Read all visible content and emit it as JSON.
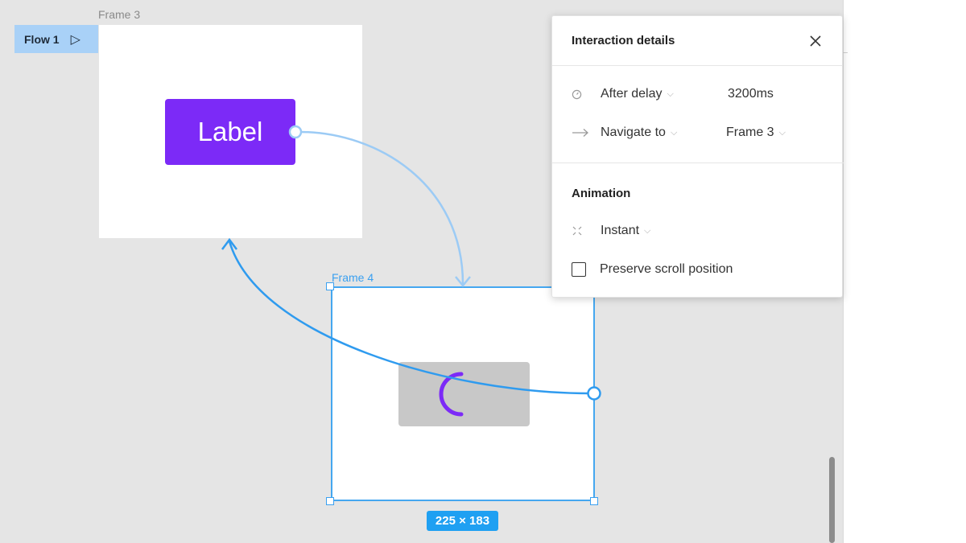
{
  "canvas": {
    "frame3": {
      "label": "Frame 3",
      "button_label": "Label"
    },
    "frame4": {
      "label": "Frame 4",
      "size": "225 × 183"
    },
    "flow": {
      "label": "Flow 1"
    }
  },
  "panel": {
    "title": "Interaction details",
    "trigger": {
      "label": "After delay",
      "value": "3200ms"
    },
    "action": {
      "label": "Navigate to",
      "value": "Frame 3"
    },
    "animation": {
      "title": "Animation",
      "type": "Instant"
    },
    "preserve_scroll": {
      "label": "Preserve scroll position",
      "checked": false
    }
  },
  "colors": {
    "accent": "#3aa0f0",
    "button": "#7c2af7",
    "flow_badge": "#a9d1f7",
    "connector_light": "#9ccbf5",
    "connector_dark": "#2f9bef"
  },
  "icons": [
    "play-icon",
    "close-icon",
    "timer-icon",
    "arrow-right-icon",
    "chevron-down-icon",
    "instant-icon",
    "loader-icon"
  ]
}
